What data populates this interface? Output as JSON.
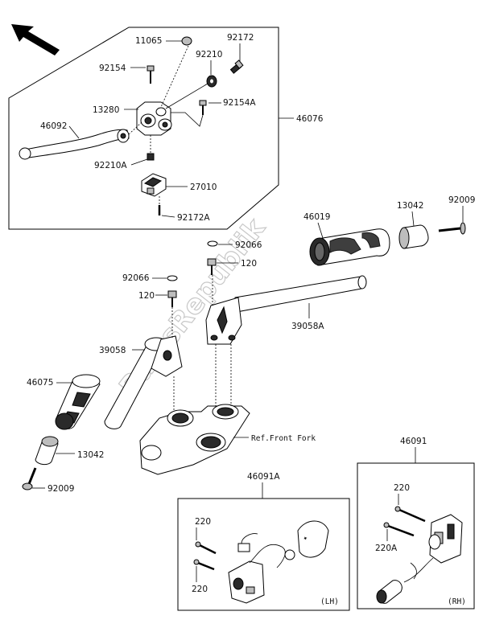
{
  "watermark": "PartsRepublik",
  "callouts": {
    "p11065": "11065",
    "p92172": "92172",
    "p92210": "92210",
    "p92154": "92154",
    "p13280": "13280",
    "p92154A": "92154A",
    "p46076": "46076",
    "p46092": "46092",
    "p92210A": "92210A",
    "p27010": "27010",
    "p92172A": "92172A",
    "p46019": "46019",
    "p13042_top": "13042",
    "p92009_top": "92009",
    "p92066_a": "92066",
    "p120_a": "120",
    "p92066_b": "92066",
    "p120_b": "120",
    "p39058A": "39058A",
    "p39058": "39058",
    "p46075": "46075",
    "p13042_bot": "13042",
    "p92009_bot": "92009",
    "ref_front_fork": "Ref.Front Fork",
    "p46091A": "46091A",
    "p46091": "46091",
    "p220_lh_top": "220",
    "p220_lh_bot": "220",
    "p220_rh": "220",
    "p220A_rh": "220A",
    "lh_tag": "(LH)",
    "rh_tag": "(RH)"
  },
  "icons": {
    "direction_arrow": "arrow-up-left-icon"
  }
}
